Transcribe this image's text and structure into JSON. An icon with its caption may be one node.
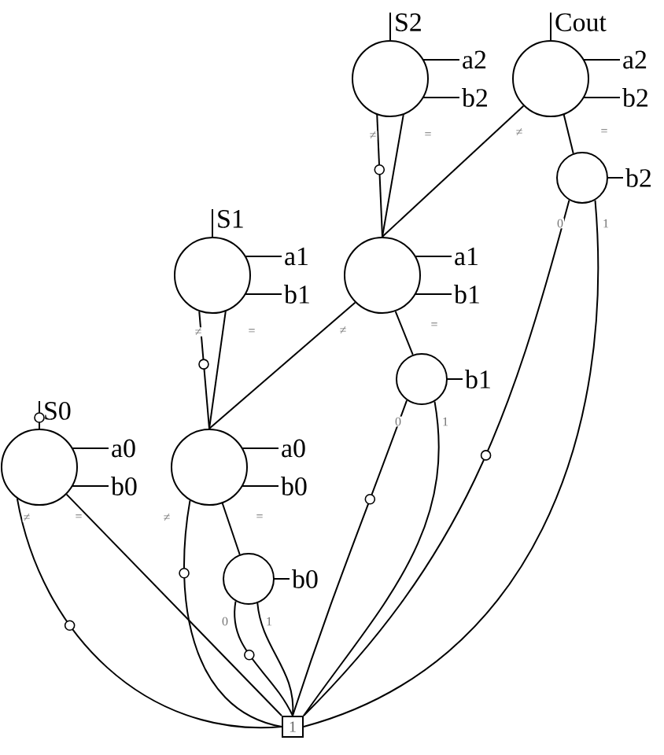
{
  "diagram": {
    "nodes": [
      {
        "text": [
          "S2"
        ]
      },
      {
        "text": [
          "Cout"
        ]
      },
      {
        "text": [],
        "shape": "circle",
        "beside": [
          "a2",
          "b2"
        ]
      },
      {
        "text": [],
        "shape": "circle",
        "beside": [
          "a2",
          "b2"
        ]
      },
      {
        "text": [],
        "shape": "circle",
        "beside": [
          "b2"
        ]
      },
      {
        "text": [
          "S1"
        ]
      },
      {
        "text": [],
        "shape": "circle",
        "beside": [
          "a1",
          "b1"
        ]
      },
      {
        "text": [],
        "shape": "circle",
        "beside": [
          "a1",
          "b1"
        ]
      },
      {
        "text": [],
        "shape": "circle",
        "beside": [
          "b1"
        ]
      },
      {
        "text": [
          "S0"
        ]
      },
      {
        "text": [],
        "shape": "circle",
        "beside": [
          "a0",
          "b0"
        ]
      },
      {
        "text": [],
        "shape": "circle",
        "beside": [
          "a0",
          "b0"
        ]
      },
      {
        "text": [],
        "shape": "circle",
        "beside": [
          "b0"
        ]
      },
      {
        "text": [
          "1"
        ]
      }
    ],
    "edges": [
      {
        "from": 0,
        "to": 2,
        "arrow": "none"
      },
      {
        "from": 1,
        "to": 3,
        "arrow": "none"
      },
      {
        "from": 2,
        "to": 7,
        "arrow": "none",
        "label": "≠"
      },
      {
        "from": 2,
        "to": 7,
        "arrow": "none",
        "label": "="
      },
      {
        "from": 3,
        "to": 7,
        "arrow": "none",
        "label": "≠"
      },
      {
        "from": 3,
        "to": 4,
        "arrow": "none",
        "label": "="
      },
      {
        "from": 4,
        "to": 13,
        "arrow": "none",
        "label": "0"
      },
      {
        "from": 4,
        "to": 13,
        "arrow": "none",
        "label": "1"
      },
      {
        "from": 5,
        "to": 6,
        "arrow": "none"
      },
      {
        "from": 6,
        "to": 11,
        "arrow": "none",
        "label": "≠"
      },
      {
        "from": 6,
        "to": 11,
        "arrow": "none",
        "label": "="
      },
      {
        "from": 7,
        "to": 11,
        "arrow": "none",
        "label": "≠"
      },
      {
        "from": 7,
        "to": 8,
        "arrow": "none",
        "label": "="
      },
      {
        "from": 8,
        "to": 13,
        "arrow": "none",
        "label": "0"
      },
      {
        "from": 8,
        "to": 13,
        "arrow": "none",
        "label": "1"
      },
      {
        "from": 10,
        "to": 9,
        "arrow": "none"
      },
      {
        "from": 10,
        "to": 13,
        "arrow": "none",
        "label": "≠"
      },
      {
        "from": 10,
        "to": 13,
        "arrow": "none",
        "label": "="
      },
      {
        "from": 11,
        "to": 13,
        "arrow": "none",
        "label": "≠"
      },
      {
        "from": 11,
        "to": 12,
        "arrow": "none",
        "label": "="
      },
      {
        "from": 12,
        "to": 13,
        "arrow": "none",
        "label": "0"
      },
      {
        "from": 12,
        "to": 13,
        "arrow": "none",
        "label": "1"
      }
    ]
  }
}
